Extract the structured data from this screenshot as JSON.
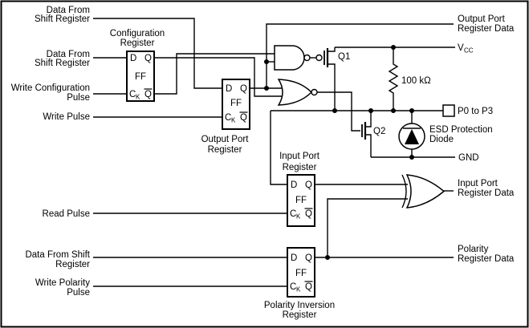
{
  "colors": {
    "ink": "#000000",
    "background": "#ffffff"
  },
  "labels": {
    "shift_reg_top_1": "Data From",
    "shift_reg_top_2": "Shift Register",
    "shift_reg_mid_1": "Data From",
    "shift_reg_mid_2": "Shift Register",
    "write_config_1": "Write Configuration",
    "write_config_2": "Pulse",
    "write_pulse": "Write Pulse",
    "read_pulse": "Read Pulse",
    "shift_reg_bot_1": "Data From Shift",
    "shift_reg_bot_2": "Register",
    "write_polarity_1": "Write Polarity",
    "write_polarity_2": "Pulse",
    "output_data_1": "Output Port",
    "output_data_2": "Register Data",
    "vcc_main": "V",
    "vcc_sub": "CC",
    "resistor_value": "100 kΩ",
    "pins": "P0 to P3",
    "esd_1": "ESD Protection",
    "esd_2": "Diode",
    "gnd": "GND",
    "input_data_1": "Input Port",
    "input_data_2": "Register Data",
    "polarity_data_1": "Polarity",
    "polarity_data_2": "Register Data",
    "q1": "Q1",
    "q2": "Q2"
  },
  "registers": {
    "configuration_1": "Configuration",
    "configuration_2": "Register",
    "output_1": "Output Port",
    "output_2": "Register",
    "input_1": "Input Port",
    "input_2": "Register",
    "polarity_1": "Polarity Inversion",
    "polarity_2": "Register"
  },
  "ff": {
    "d": "D",
    "q": "Q",
    "ff": "FF",
    "c": "C",
    "k_sub": "K",
    "qbar": "Q"
  }
}
